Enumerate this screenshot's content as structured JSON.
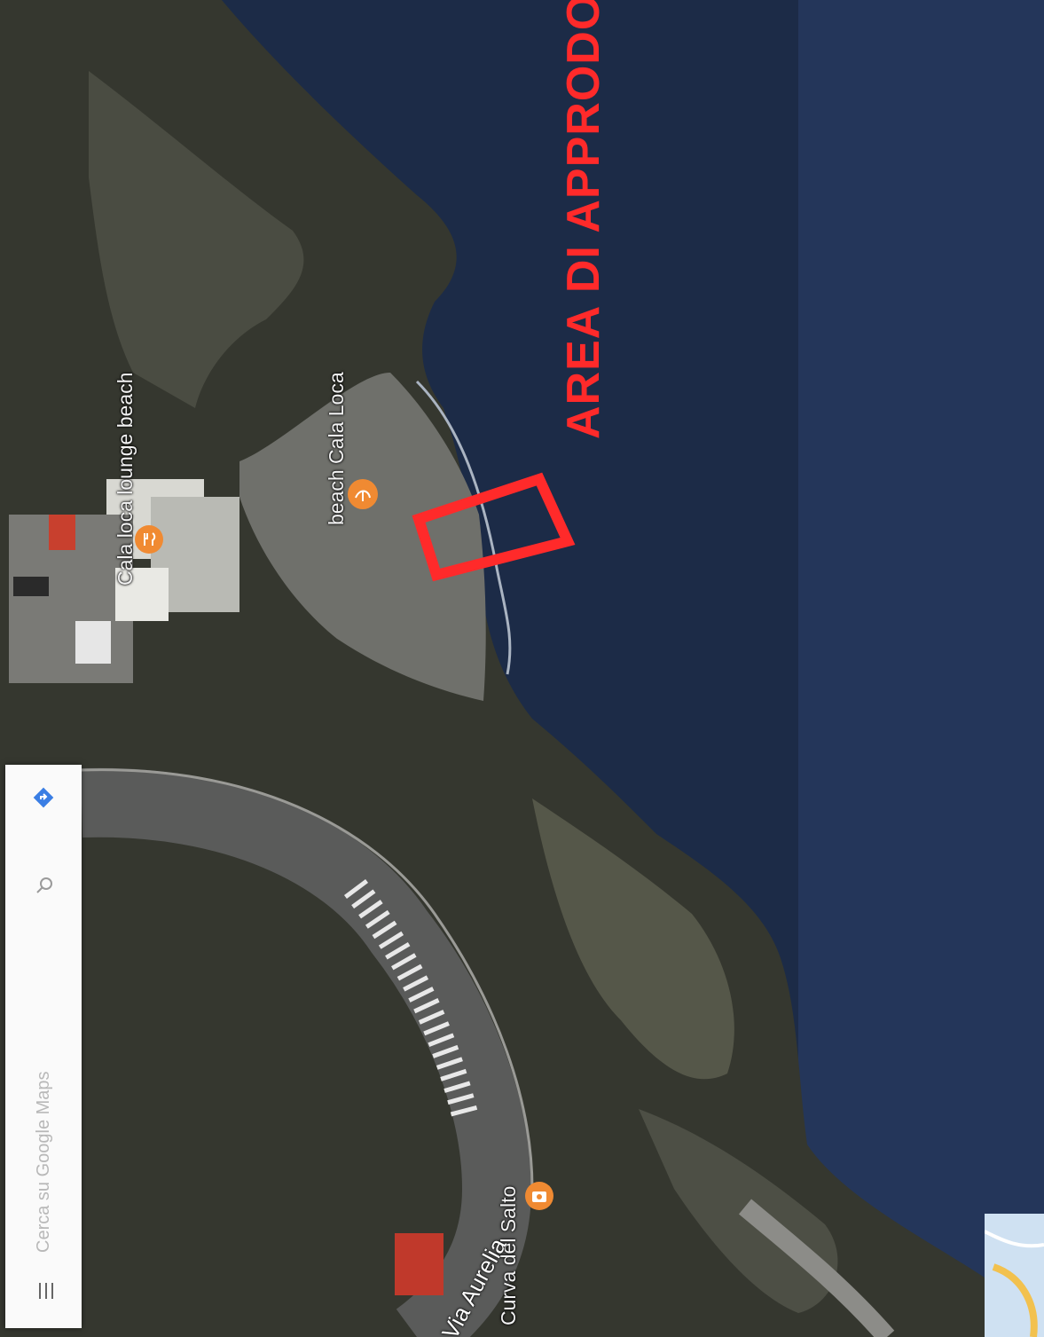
{
  "map": {
    "type": "satellite",
    "colors": {
      "sea": "#1b2a45",
      "rock": "#3b3d33",
      "beach": "#6e6e6a",
      "road": "#5c5d5c",
      "annotation": "#ff2a2a",
      "poi_orange": "#f08a32"
    }
  },
  "search_bar": {
    "placeholder": "Cerca su Google Maps",
    "menu_icon": "hamburger-menu-icon",
    "search_icon": "search-icon",
    "directions_icon": "directions-icon"
  },
  "poi": {
    "lounge": {
      "label": "Cala loca lounge beach",
      "icon": "restaurant-icon"
    },
    "beach": {
      "label": "beach Cala Loca",
      "icon": "beach-icon"
    },
    "viewpoint": {
      "label": "Curva del Salto",
      "icon": "camera-icon"
    }
  },
  "roads": {
    "main": {
      "label": "Via Aurelia"
    }
  },
  "annotation": {
    "headline": "AREA DI APPRODO DEL"
  }
}
